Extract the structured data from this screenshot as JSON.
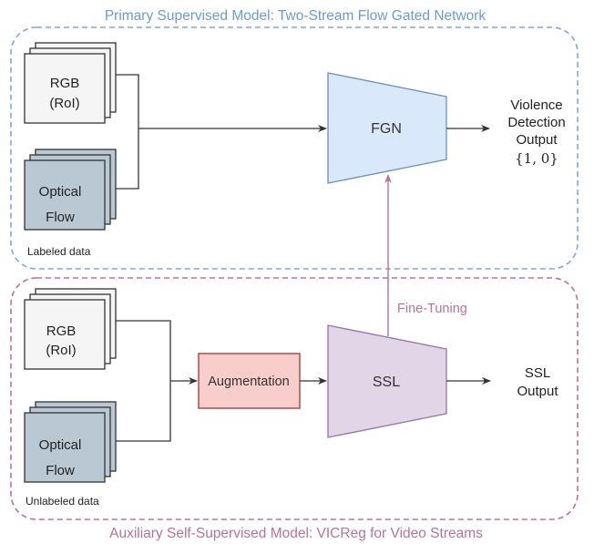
{
  "diagram": {
    "primary": {
      "title": "Primary Supervised Model: Two-Stream Flow Gated Network",
      "rgb_line1": "RGB",
      "rgb_line2": "(RoI)",
      "flow_line1": "Optical",
      "flow_line2": "Flow",
      "data_label": "Labeled data",
      "model": "FGN",
      "output_line1": "Violence",
      "output_line2": "Detection",
      "output_line3": "Output",
      "output_line4": "{1, 0}"
    },
    "auxiliary": {
      "title": "Auxiliary Self-Supervised Model: VICReg for Video Streams",
      "rgb_line1": "RGB",
      "rgb_line2": "(RoI)",
      "flow_line1": "Optical",
      "flow_line2": "Flow",
      "data_label": "Unlabeled data",
      "augmentation": "Augmentation",
      "model": "SSL",
      "output_line1": "SSL",
      "output_line2": "Output"
    },
    "fine_tuning": "Fine-Tuning",
    "colors": {
      "primary_border": "#7EA6E0",
      "primary_title": "#6C9BD2",
      "auxiliary_border": "#B5739D",
      "auxiliary_title": "#B5739D",
      "fgn_fill": "#DAE8FC",
      "fgn_stroke": "#6C8EBF",
      "ssl_fill": "#E1D5E7",
      "ssl_stroke": "#9673A6",
      "aug_fill": "#F8CECC",
      "aug_stroke": "#B85450",
      "rgb_fill": "#F5F5F5",
      "flow_fill": "#BAC8D3",
      "stack_stroke": "#333333",
      "fine_tuning": "#B5739D"
    }
  }
}
